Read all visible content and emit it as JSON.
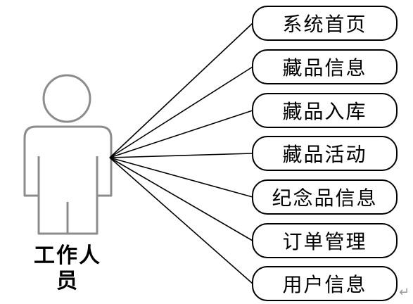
{
  "actor": {
    "label": "工作人员",
    "icon": "person-icon"
  },
  "use_cases": [
    {
      "label": "系统首页"
    },
    {
      "label": "藏品信息"
    },
    {
      "label": "藏品入库"
    },
    {
      "label": "藏品活动"
    },
    {
      "label": "纪念品信息"
    },
    {
      "label": "订单管理"
    },
    {
      "label": "用户信息"
    }
  ],
  "paragraph_mark": "↵",
  "colors": {
    "line": "#000000",
    "box_border": "#000000",
    "actor_stroke": "#8c8c8c",
    "paragraph_mark": "#9a9a9a"
  }
}
